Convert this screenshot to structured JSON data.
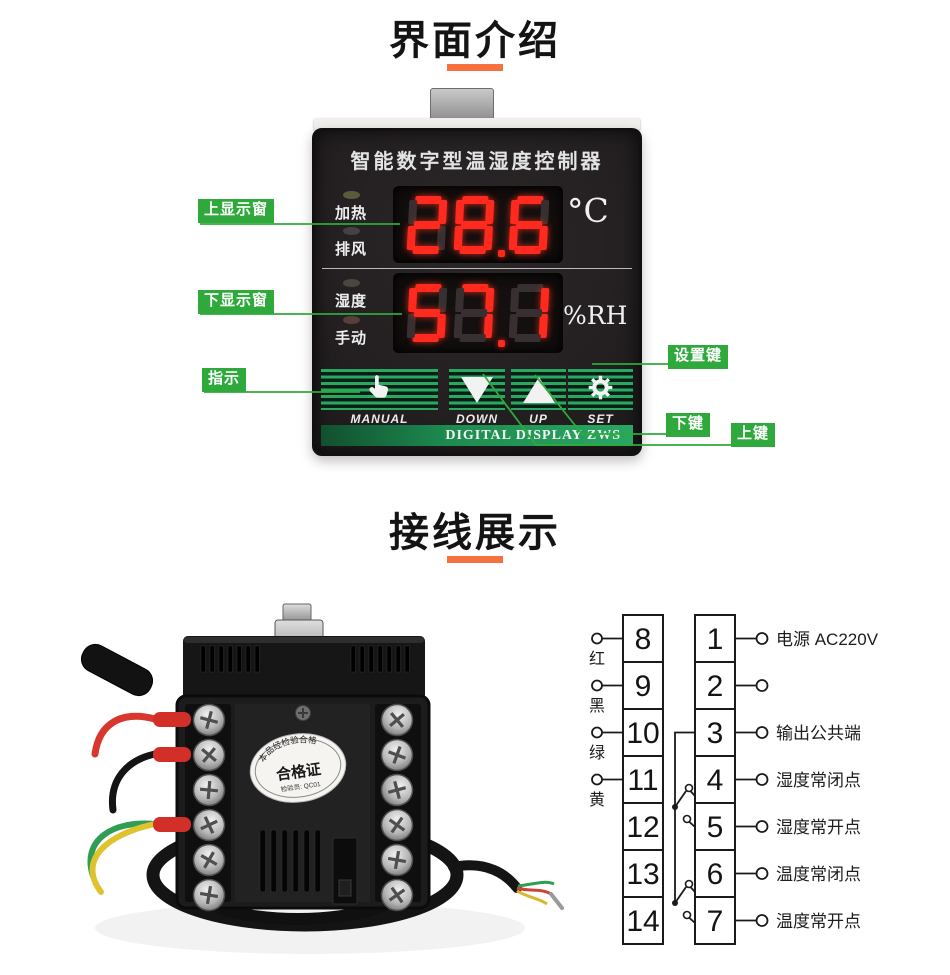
{
  "colors": {
    "accent_orange": "#f5713d",
    "callout_green": "#2fa93c",
    "digit_red": "#ff2a1f",
    "button_green": "#2aa763"
  },
  "section1": {
    "title": "界面介绍",
    "panel": {
      "header": "智能数字型温湿度控制器",
      "upper": {
        "value": "28.6",
        "unit": "°C",
        "indicators": [
          {
            "label": "加热"
          },
          {
            "label": "排风"
          }
        ]
      },
      "lower": {
        "value": "57.1",
        "unit": "%RH",
        "indicators": [
          {
            "label": "湿度"
          },
          {
            "label": "手动"
          }
        ]
      },
      "buttons": [
        {
          "label": "MANUAL",
          "icon": "hand-icon"
        },
        {
          "label": "DOWN",
          "icon": "triangle-down-icon"
        },
        {
          "label": "UP",
          "icon": "triangle-up-icon"
        },
        {
          "label": "SET",
          "icon": "gear-icon"
        }
      ],
      "banner": "DIGITAL DISPLAY ZWS"
    },
    "callouts": {
      "upper_window": "上显示窗",
      "lower_window": "下显示窗",
      "indicator": "指示",
      "set_key": "设置键",
      "down_key": "下键",
      "up_key": "上键"
    }
  },
  "section2": {
    "title": "接线展示",
    "back_label": {
      "arc": "本品经检验合格",
      "center": "合格证",
      "inspector": "检验员: QC01"
    },
    "diagram": {
      "left": [
        {
          "num": "8",
          "wire": "红"
        },
        {
          "num": "9",
          "wire": "黑"
        },
        {
          "num": "10",
          "wire": "绿"
        },
        {
          "num": "11",
          "wire": "黄"
        },
        {
          "num": "12",
          "wire": ""
        },
        {
          "num": "13",
          "wire": ""
        },
        {
          "num": "14",
          "wire": ""
        }
      ],
      "right": [
        {
          "num": "1",
          "label": "电源 AC220V"
        },
        {
          "num": "2",
          "label": ""
        },
        {
          "num": "3",
          "label": "输出公共端"
        },
        {
          "num": "4",
          "label": "湿度常闭点"
        },
        {
          "num": "5",
          "label": "湿度常开点"
        },
        {
          "num": "6",
          "label": "温度常闭点"
        },
        {
          "num": "7",
          "label": "温度常开点"
        }
      ]
    }
  }
}
